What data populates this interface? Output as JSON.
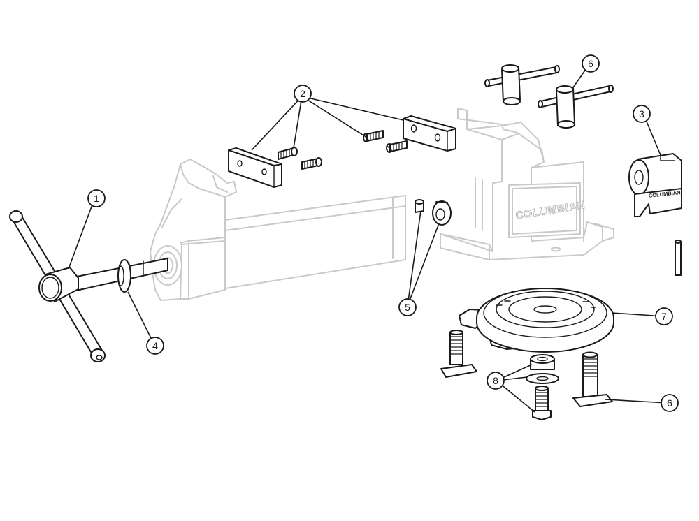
{
  "callouts": [
    {
      "id": "callout-1",
      "label": "1"
    },
    {
      "id": "callout-2",
      "label": "2"
    },
    {
      "id": "callout-3",
      "label": "3"
    },
    {
      "id": "callout-4",
      "label": "4"
    },
    {
      "id": "callout-5",
      "label": "5"
    },
    {
      "id": "callout-6a",
      "label": "6"
    },
    {
      "id": "callout-6b",
      "label": "6"
    },
    {
      "id": "callout-7",
      "label": "7"
    },
    {
      "id": "callout-8",
      "label": "8"
    }
  ],
  "brand": {
    "body_logo": "COLUMBIAN",
    "jaw_cap_logo": "COLUMBIAN"
  },
  "colors": {
    "line": "#1a1a1a",
    "ghost_line": "#c9c9c9",
    "background": "#ffffff"
  }
}
